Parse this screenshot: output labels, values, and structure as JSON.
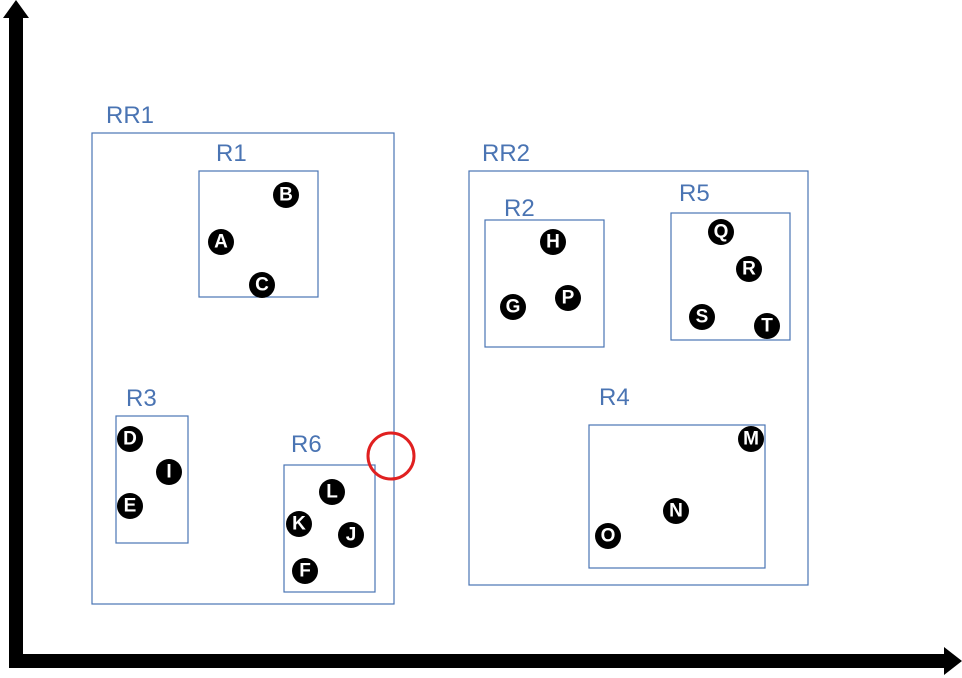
{
  "diagram": {
    "regions": [
      {
        "id": "RR1",
        "label": "RR1"
      },
      {
        "id": "R1",
        "label": "R1"
      },
      {
        "id": "R3",
        "label": "R3"
      },
      {
        "id": "R6",
        "label": "R6"
      },
      {
        "id": "RR2",
        "label": "RR2"
      },
      {
        "id": "R2",
        "label": "R2"
      },
      {
        "id": "R5",
        "label": "R5"
      },
      {
        "id": "R4",
        "label": "R4"
      }
    ],
    "points": [
      {
        "label": "B"
      },
      {
        "label": "A"
      },
      {
        "label": "C"
      },
      {
        "label": "D"
      },
      {
        "label": "I"
      },
      {
        "label": "E"
      },
      {
        "label": "L"
      },
      {
        "label": "K"
      },
      {
        "label": "J"
      },
      {
        "label": "F"
      },
      {
        "label": "H"
      },
      {
        "label": "G"
      },
      {
        "label": "P"
      },
      {
        "label": "Q"
      },
      {
        "label": "R"
      },
      {
        "label": "S"
      },
      {
        "label": "T"
      },
      {
        "label": "M"
      },
      {
        "label": "N"
      },
      {
        "label": "O"
      }
    ],
    "colors": {
      "axis": "#000000",
      "rect_stroke": "#4a74b3",
      "label": "#4a74b3",
      "point_fill": "#000000",
      "point_text": "#ffffff",
      "marker": "#e02020"
    }
  }
}
